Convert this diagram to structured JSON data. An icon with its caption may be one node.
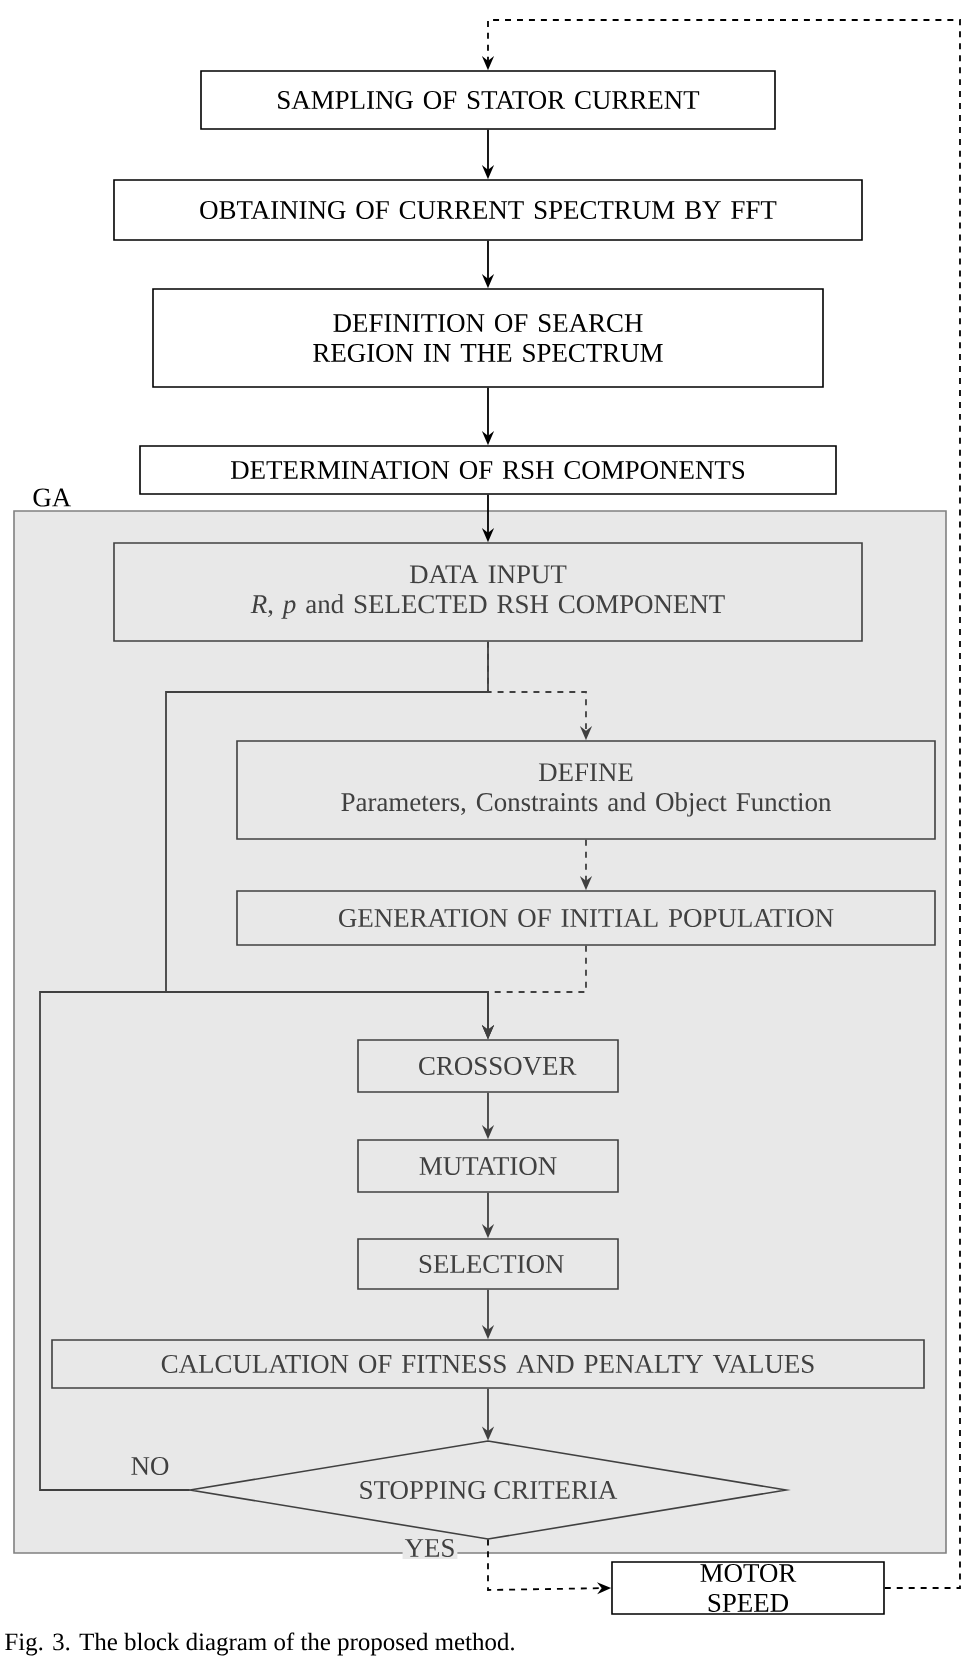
{
  "diagram": {
    "caption": "Fig. 3. The block diagram of the proposed method.",
    "nodes": [
      {
        "text": [
          "SAMPLING OF STATOR CURRENT"
        ]
      },
      {
        "text": [
          "OBTAINING OF CURRENT SPECTRUM BY FFT"
        ]
      },
      {
        "text": [
          "DEFINITION OF SEARCH REGION IN THE SPECTRUM"
        ]
      },
      {
        "text": [
          "DETERMINATION OF RSH COMPONENTS"
        ]
      },
      {
        "text": [
          "GA"
        ]
      },
      {
        "text": [
          "DATA INPUT",
          "*R*, *p* and SELECTED RSH COMPONENT"
        ],
        "in": 4
      },
      {
        "text": [
          "DEFINE",
          "Parameters, Constraints and Object Function"
        ],
        "in": 4
      },
      {
        "text": [
          "GENERATION OF  INITIAL POPULATION"
        ],
        "in": 4
      },
      {
        "text": [
          "CROSSOVER"
        ],
        "in": 4
      },
      {
        "text": [
          "MUTATION"
        ],
        "in": 4
      },
      {
        "text": [
          "SELECTION"
        ],
        "in": 4
      },
      {
        "text": [
          "CALCULATION OF FITNESS AND PENALTY VALUES"
        ],
        "in": 4
      },
      {
        "text": [
          "STOPPING CRITERIA"
        ],
        "in": 4
      },
      {
        "text": [
          "MOTOR SPEED"
        ]
      }
    ],
    "edges": [
      {
        "from": 0,
        "to": 1,
        "arrow": "to",
        "color": "#000000"
      },
      {
        "from": 1,
        "to": 2,
        "arrow": "to",
        "color": "#000000"
      },
      {
        "from": 2,
        "to": 3,
        "arrow": "to",
        "color": "#000000"
      },
      {
        "from": 3,
        "to": 5,
        "arrow": "to",
        "color": "#000000"
      },
      {
        "from": 5,
        "to": 8,
        "arrow": "to"
      },
      {
        "from": 5,
        "to": 6,
        "arrow": "to",
        "style": "dashed"
      },
      {
        "from": 6,
        "to": 7,
        "arrow": "to",
        "style": "dashed"
      },
      {
        "from": 7,
        "to": 8,
        "arrow": "to",
        "style": "dashed"
      },
      {
        "from": 8,
        "to": 9,
        "arrow": "to"
      },
      {
        "from": 9,
        "to": 10,
        "arrow": "to"
      },
      {
        "from": 10,
        "to": 11,
        "arrow": "to"
      },
      {
        "from": 11,
        "to": 12,
        "arrow": "to"
      },
      {
        "from": 12,
        "to": 8,
        "arrow": "to",
        "label": "NO"
      },
      {
        "from": 12,
        "to": 13,
        "arrow": "to",
        "label": "YES",
        "style": "dashed",
        "color": "#000000"
      },
      {
        "from": 13,
        "to": 0,
        "arrow": "to",
        "style": "dashed",
        "color": "#000000"
      }
    ]
  }
}
